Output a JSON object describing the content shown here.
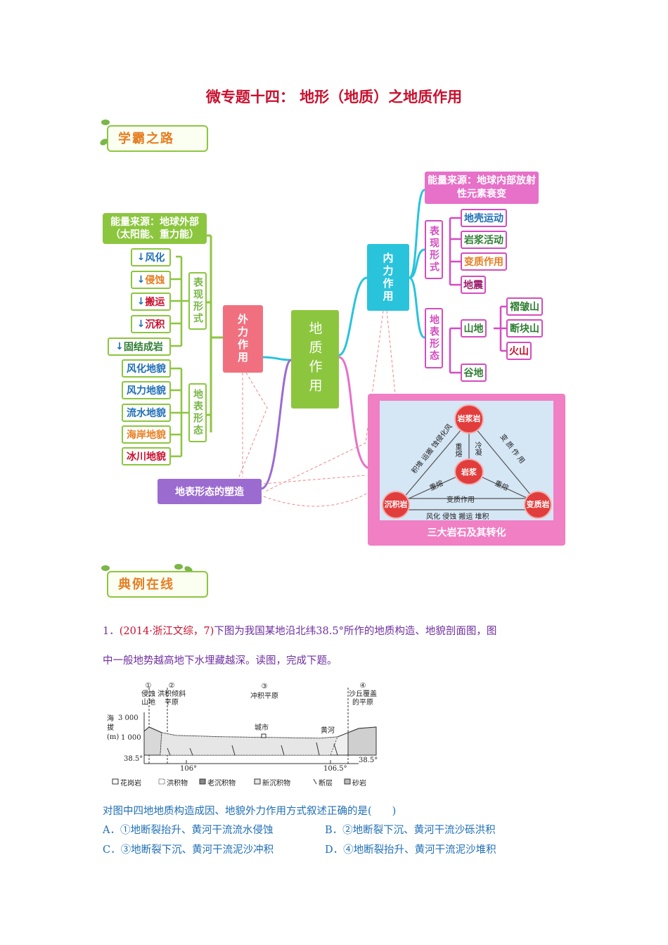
{
  "title": "微专题十四： 地形（地质）之地质作用",
  "banner1": "学霸之路",
  "banner2": "典例在线",
  "mindmap": {
    "center": "地质作用",
    "external": {
      "label": "外力作用",
      "energy": "能量来源：地球外部（太阳能、重力能）",
      "forms_label": "表现形式",
      "forms": [
        "风化",
        "侵蚀",
        "搬运",
        "沉积",
        "固结成岩"
      ],
      "landforms_label": "地表形态",
      "landforms": [
        "风化地貌",
        "风力地貌",
        "流水地貌",
        "海岸地貌",
        "冰川地貌"
      ]
    },
    "internal": {
      "label": "内力作用",
      "energy": "能量来源：地球内部放射性元素衰变",
      "forms_label": "表现形式",
      "forms": [
        "地壳运动",
        "岩浆活动",
        "变质作用",
        "地震"
      ],
      "landforms_label": "地表形态",
      "mountain": "山地",
      "mountain_types": [
        "褶皱山",
        "断块山",
        "火山"
      ],
      "valley": "谷地"
    },
    "shaping": "地表形态的塑造",
    "rock_cycle": {
      "caption": "三大岩石及其转化",
      "nodes": {
        "magma": "岩浆",
        "rock_magmatic": "岩浆岩",
        "sedimentary": "沉积岩",
        "metamorphic": "变质岩"
      },
      "labels": {
        "weathering_left": "积堆 运搬 蚀侵化风",
        "metamorph_right": "变 质 作 用",
        "remelt1": "重熔",
        "cool": "冷凝",
        "remelt2": "重熔",
        "remelt3": "重熔",
        "metamorph_bottom": "变质作用",
        "bottom": "风化 侵蚀 搬运 堆积"
      }
    }
  },
  "question": {
    "number": "1．",
    "source": "(2014·浙江文综，7)",
    "text1": "下图为我国某地沿北纬38.5°所作的地质构造、地貌剖面图，图",
    "text2": "中一般地势越高地下水埋藏越深。读图，完成下题。",
    "figure": {
      "regions": [
        {
          "num": "①",
          "name": "侵蚀山地"
        },
        {
          "num": "②",
          "name": "洪积倾斜平原"
        },
        {
          "num": "③",
          "name": "冲积平原"
        },
        {
          "num": "④",
          "name": "沙丘覆盖的平原"
        }
      ],
      "ylabel": "海拔(m)",
      "yticks": [
        "3 000",
        "1 000"
      ],
      "lat_left": "38.5°",
      "lat_right": "38.5°",
      "lon1": "106°",
      "lon2": "106.5°",
      "city": "城市",
      "river": "黄河",
      "legend": [
        "花岗岩",
        "洪积物",
        "老沉积物",
        "新沉积物",
        "断层",
        "砂岩"
      ]
    },
    "prompt": "对图中四地地质构造成因、地貌外力作用方式叙述正确的是(　　)",
    "options": {
      "A": "A．①地断裂抬升、黄河干流流水侵蚀",
      "B": "B．②地断裂下沉、黄河干流沙砾洪积",
      "C": "C．③地断裂下沉、黄河干流泥沙冲积",
      "D": "D．④地断裂抬升、黄河干流泥沙堆积"
    }
  }
}
